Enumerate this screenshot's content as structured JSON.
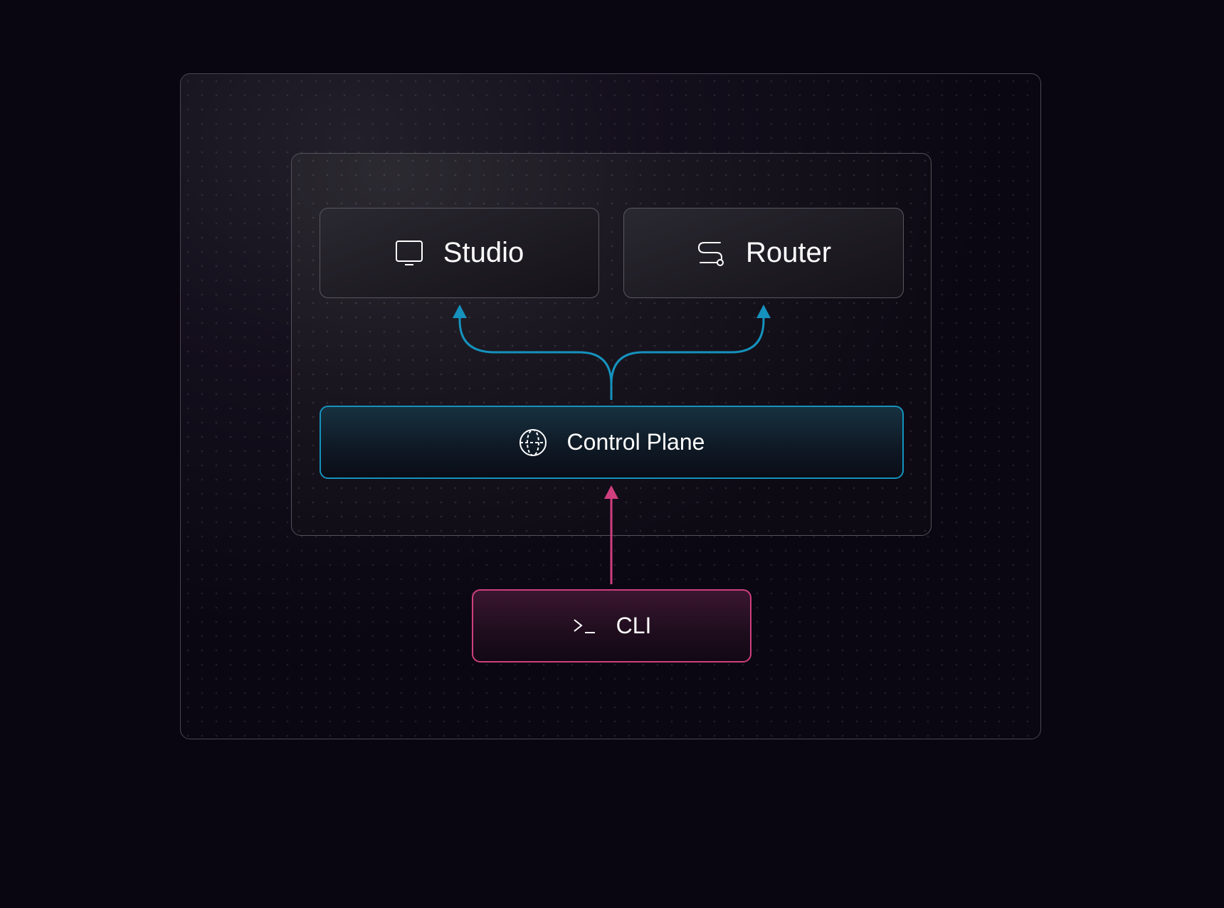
{
  "diagram": {
    "nodes": {
      "studio": {
        "label": "Studio",
        "icon": "monitor-icon"
      },
      "router": {
        "label": "Router",
        "icon": "route-icon"
      },
      "control_plane": {
        "label": "Control Plane",
        "icon": "globe-icon"
      },
      "cli": {
        "label": "CLI",
        "icon": "terminal-icon"
      }
    },
    "edges": [
      {
        "from": "control_plane",
        "to": "studio",
        "color": "#1592bd"
      },
      {
        "from": "control_plane",
        "to": "router",
        "color": "#1592bd"
      },
      {
        "from": "cli",
        "to": "control_plane",
        "color": "#cf3f7e"
      }
    ],
    "colors": {
      "background": "#090612",
      "control_plane_accent": "#1592bd",
      "cli_accent": "#cf3f7e"
    }
  }
}
